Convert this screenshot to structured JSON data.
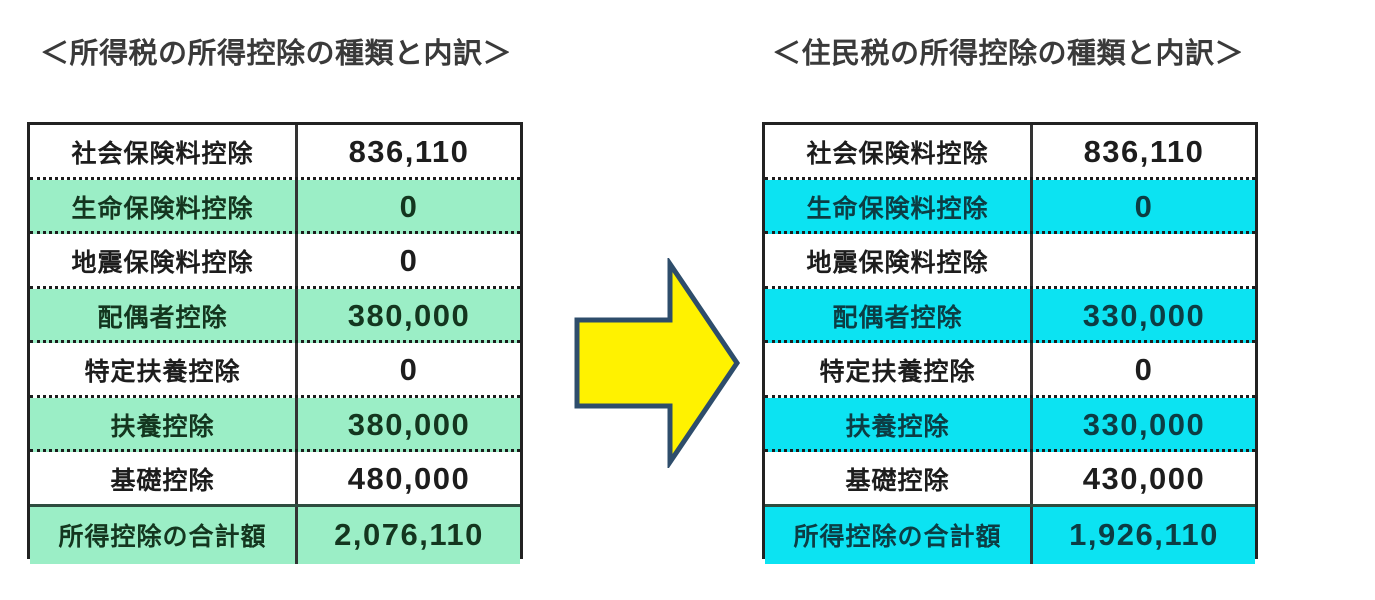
{
  "left_panel": {
    "title": "＜所得税の所得控除の種類と内訳＞",
    "accent_color": "#9BEEC6",
    "rows": [
      {
        "label": "社会保険料控除",
        "value": "836,110",
        "fill": "white"
      },
      {
        "label": "生命保険料控除",
        "value": "0",
        "fill": "green"
      },
      {
        "label": "地震保険料控除",
        "value": "0",
        "fill": "white"
      },
      {
        "label": "配偶者控除",
        "value": "380,000",
        "fill": "green"
      },
      {
        "label": "特定扶養控除",
        "value": "0",
        "fill": "white"
      },
      {
        "label": "扶養控除",
        "value": "380,000",
        "fill": "green"
      },
      {
        "label": "基礎控除",
        "value": "480,000",
        "fill": "white"
      },
      {
        "label": "所得控除の合計額",
        "value": "2,076,110",
        "fill": "green"
      }
    ]
  },
  "right_panel": {
    "title": "＜住民税の所得控除の種類と内訳＞",
    "accent_color": "#0CE3F2",
    "rows": [
      {
        "label": "社会保険料控除",
        "value": "836,110",
        "fill": "white"
      },
      {
        "label": "生命保険料控除",
        "value": "0",
        "fill": "cyan"
      },
      {
        "label": "地震保険料控除",
        "value": "",
        "fill": "white"
      },
      {
        "label": "配偶者控除",
        "value": "330,000",
        "fill": "cyan"
      },
      {
        "label": "特定扶養控除",
        "value": "0",
        "fill": "white"
      },
      {
        "label": "扶養控除",
        "value": "330,000",
        "fill": "cyan"
      },
      {
        "label": "基礎控除",
        "value": "430,000",
        "fill": "white"
      },
      {
        "label": "所得控除の合計額",
        "value": "1,926,110",
        "fill": "cyan"
      }
    ]
  },
  "arrow": {
    "name": "right-arrow-icon",
    "fill_color": "#FFF200",
    "stroke_color": "#2E4D6B"
  }
}
